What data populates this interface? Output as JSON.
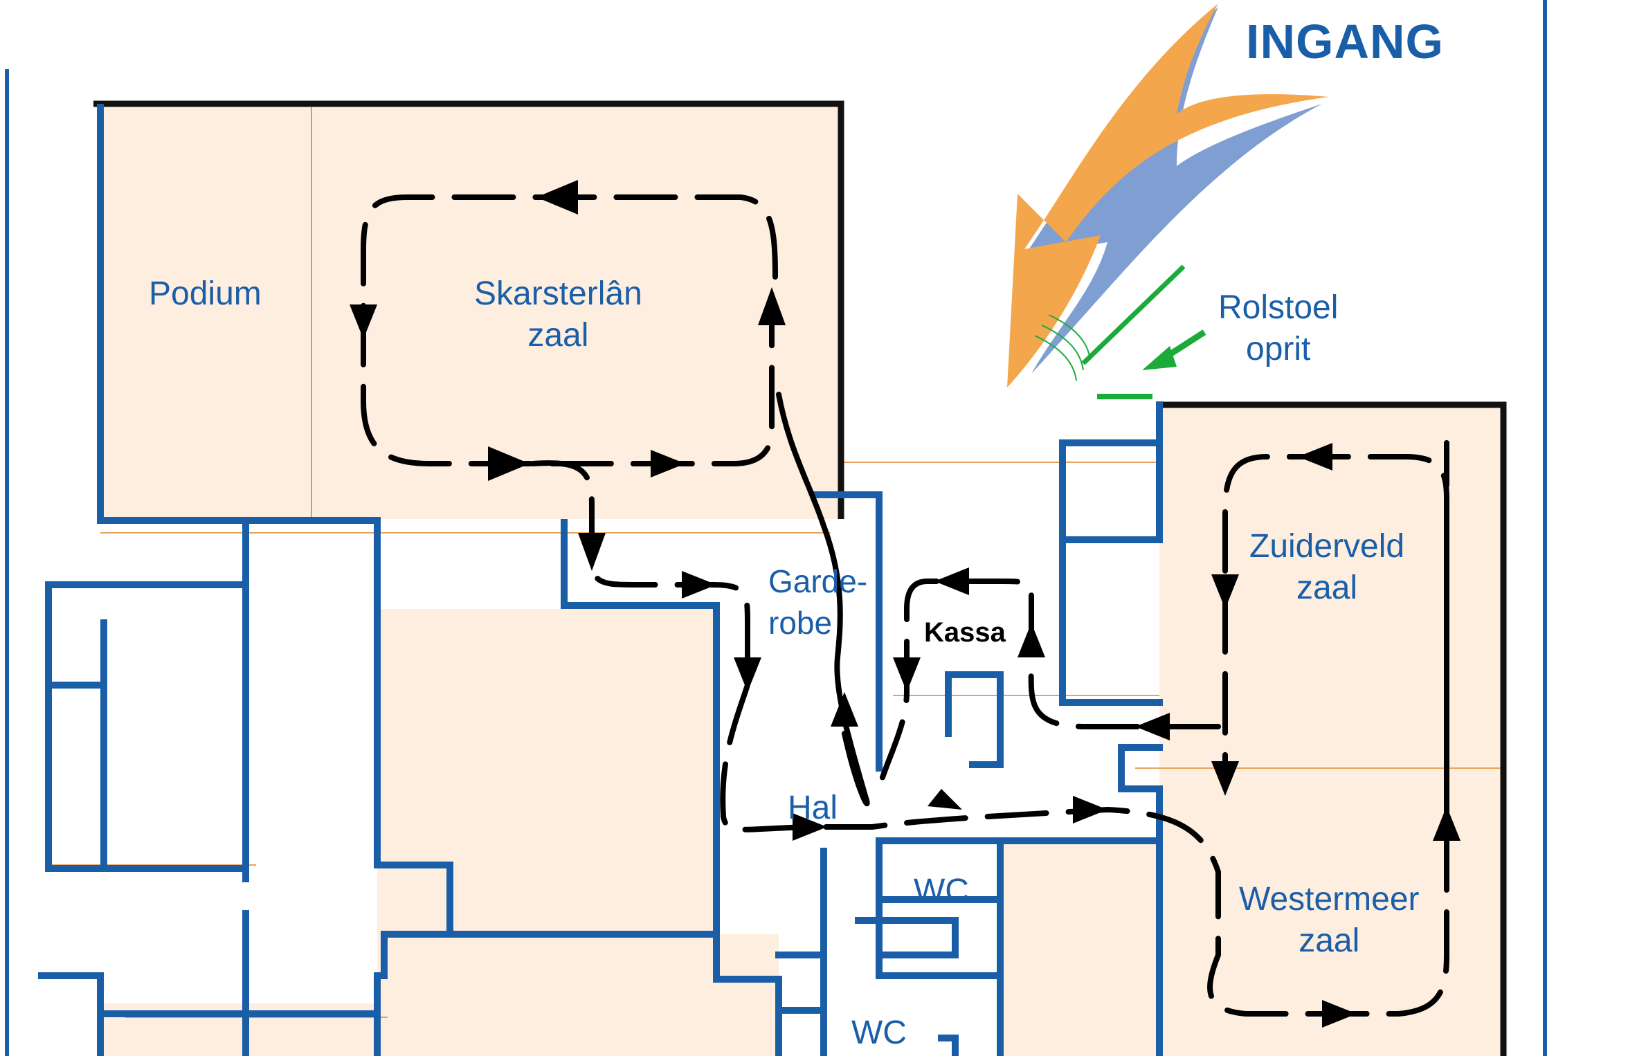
{
  "entrance_label": "INGANG",
  "rooms": {
    "podium": "Podium",
    "skarsterlan": "Skarsterlân\nzaal",
    "garderobe": "Garde-\nrobe",
    "kassa": "Kassa",
    "zuiderveld": "Zuiderveld\nzaal",
    "westermeer": "Westermeer\nzaal",
    "hal": "Hal",
    "wc_1": "WC",
    "wc_2": "WC",
    "rolstoel": "Rolstoel\noprit"
  },
  "colors": {
    "wall": "#1a5ea8",
    "room_fill": "#fdeee0",
    "route": "#000000",
    "entrance_arrow": "#f4a64c",
    "entrance_shadow": "#7f9fd2",
    "ramp": "#1aab3a",
    "label": "#1a5ea8"
  },
  "icons": [
    "entrance-arrow-icon",
    "wheelchair-ramp-icon",
    "route-arrow-icon"
  ]
}
